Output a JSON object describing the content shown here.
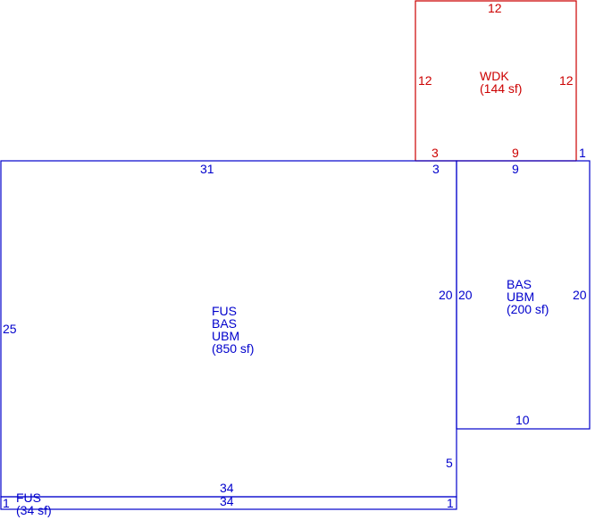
{
  "colors": {
    "main": "#0000cc",
    "deck": "#cc0000",
    "background": "#ffffff"
  },
  "wdk": {
    "label_line1": "WDK",
    "label_line2": "(144 sf)",
    "dim_top": "12",
    "dim_left": "12",
    "dim_right": "12",
    "dim_bottom_left": "3",
    "dim_bottom_right": "9",
    "dim_corner": "1"
  },
  "main_area": {
    "label_line1": "FUS",
    "label_line2": "BAS",
    "label_line3": "UBM",
    "label_line4": "(850 sf)",
    "dim_top": "31",
    "dim_top_right": "3",
    "dim_left": "25",
    "dim_right_upper": "20",
    "dim_right_lower": "5",
    "dim_bottom": "34"
  },
  "right_area": {
    "label_line1": "BAS",
    "label_line2": "UBM",
    "label_line3": "(200 sf)",
    "dim_top": "9",
    "dim_left": "20",
    "dim_right": "20",
    "dim_bottom": "10"
  },
  "bottom_strip": {
    "label_line1": "FUS",
    "label_line2": "(34 sf)",
    "dim_left": "1",
    "dim_right": "1",
    "dim_bottom": "34"
  }
}
